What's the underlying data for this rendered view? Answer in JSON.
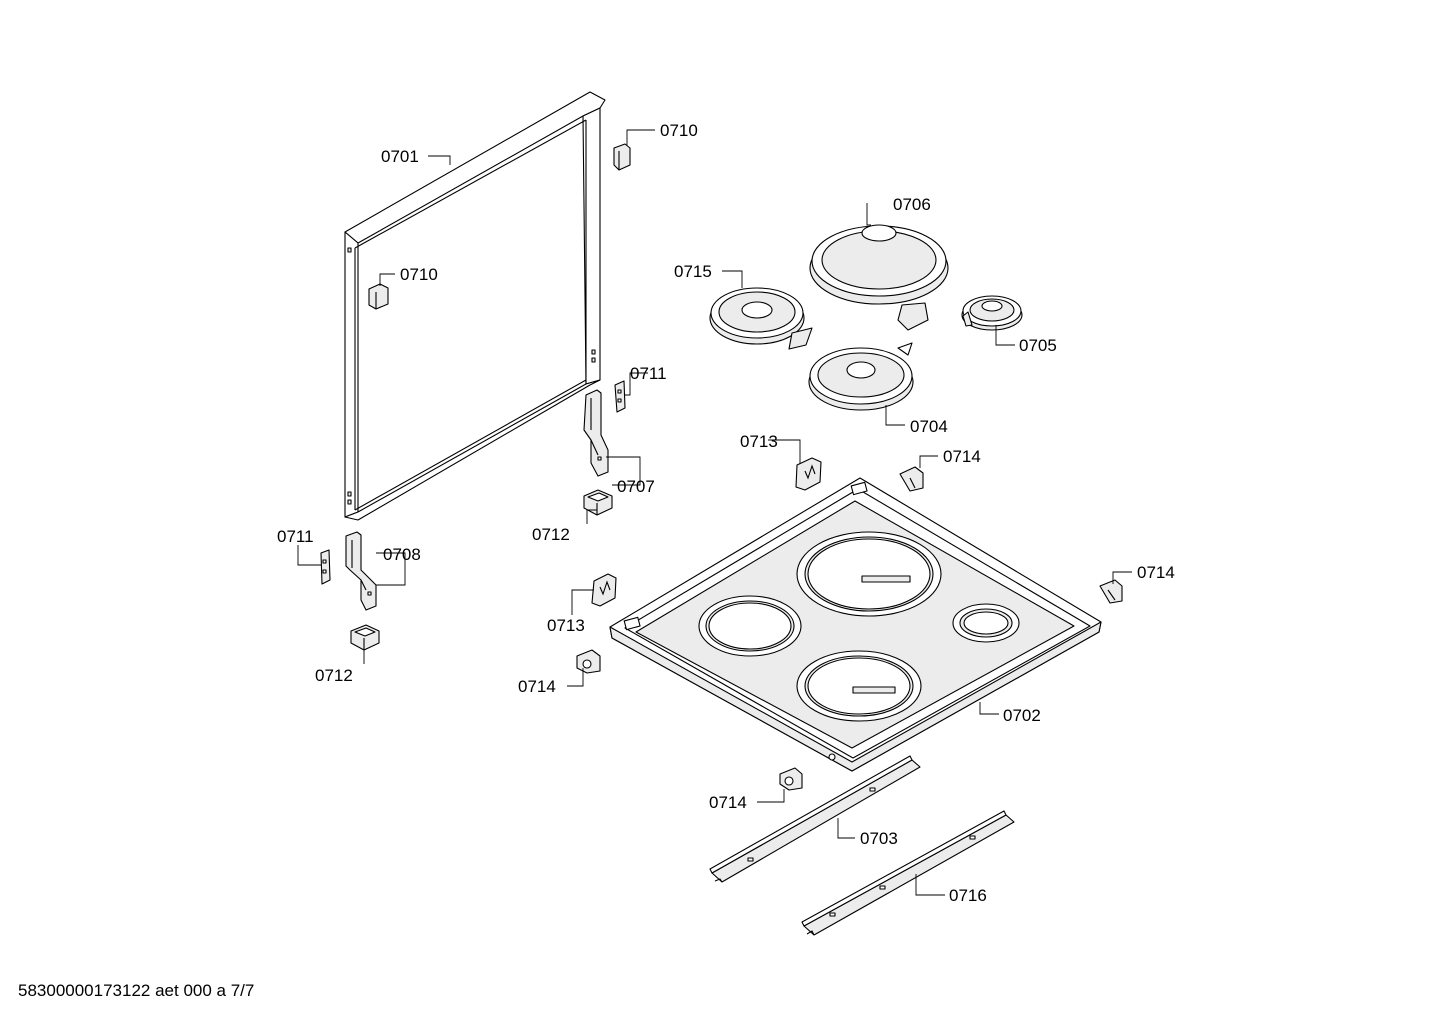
{
  "diagram": {
    "labels": {
      "l0701": "0701",
      "l0702": "0702",
      "l0703": "0703",
      "l0704": "0704",
      "l0705": "0705",
      "l0706": "0706",
      "l0707": "0707",
      "l0708": "0708",
      "l0710a": "0710",
      "l0710b": "0710",
      "l0711a": "0711",
      "l0711b": "0711",
      "l0712a": "0712",
      "l0712b": "0712",
      "l0713a": "0713",
      "l0713b": "0713",
      "l0714a": "0714",
      "l0714b": "0714",
      "l0714c": "0714",
      "l0714d": "0714",
      "l0715": "0715",
      "l0716": "0716"
    },
    "footer": "58300000173122 aet 000 a 7/7"
  }
}
